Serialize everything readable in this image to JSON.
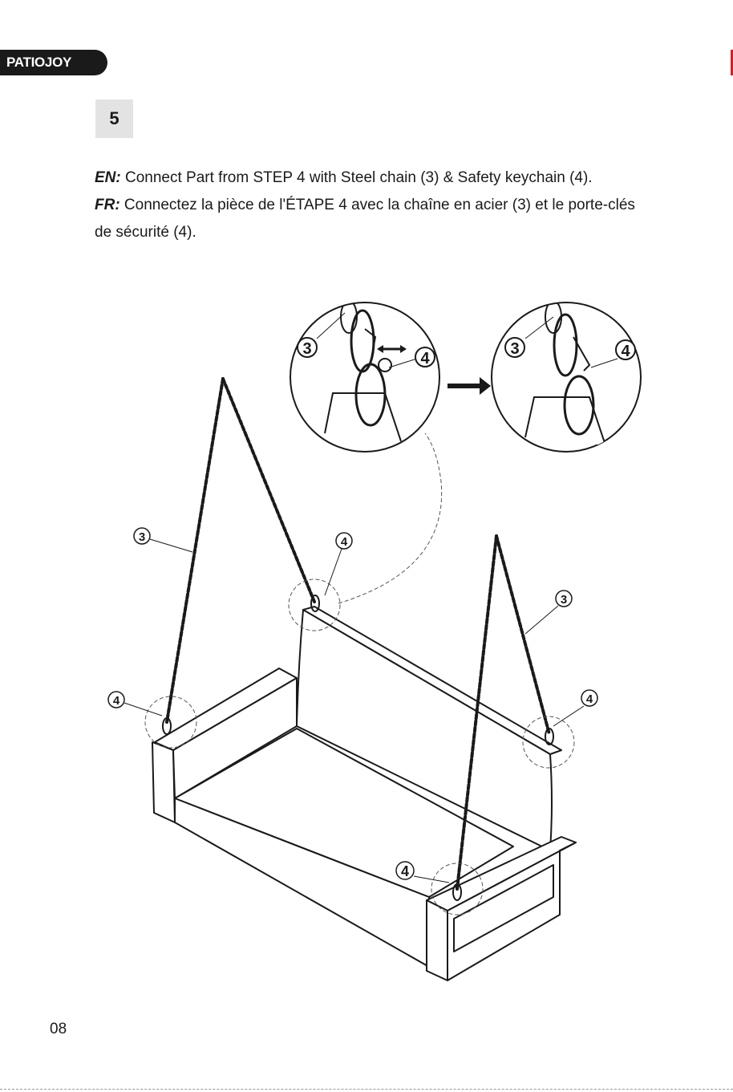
{
  "header": {
    "brand": "PATIOJOY"
  },
  "step": {
    "number": "5"
  },
  "instructions": {
    "en_label": "EN:",
    "en_text": " Connect Part from STEP 4 with Steel chain (3) & Safety keychain (4).",
    "fr_label": "FR:",
    "fr_text": " Connectez la pièce de l'ÉTAPE 4 avec la chaîne en acier (3) et le porte-clés de sécurité (4)."
  },
  "callouts": {
    "chain": "3",
    "keychain": "4"
  },
  "footer": {
    "page_number": "08"
  }
}
